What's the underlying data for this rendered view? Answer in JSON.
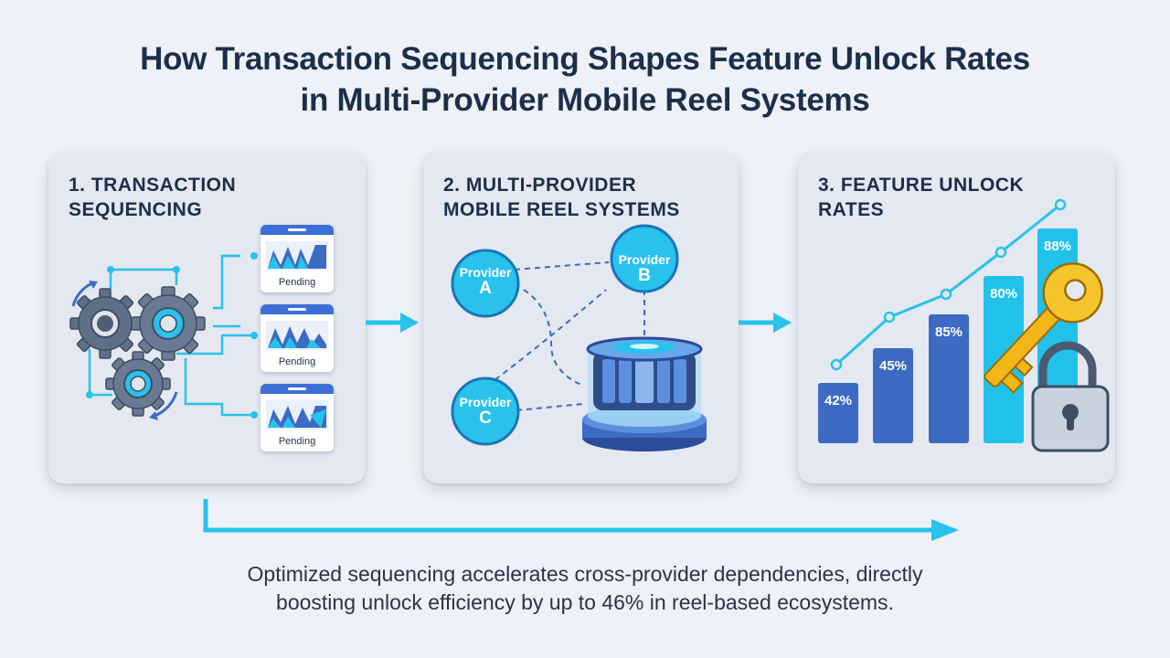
{
  "title": {
    "line1": "How Transaction Sequencing Shapes Feature Unlock Rates",
    "line2": "in Multi-Provider Mobile Reel Systems"
  },
  "panels": [
    {
      "title": "1. TRANSACTION\nSEQUENCING",
      "cards": [
        {
          "status": "Pending"
        },
        {
          "status": "Pending"
        },
        {
          "status": "Pending"
        }
      ]
    },
    {
      "title": "2. MULTI-PROVIDER\nMOBILE REEL SYSTEMS",
      "providers": [
        {
          "name": "Provider",
          "letter": "A"
        },
        {
          "name": "Provider",
          "letter": "B"
        },
        {
          "name": "Provider",
          "letter": "C"
        }
      ]
    },
    {
      "title": "3. FEATURE UNLOCK\nRATES",
      "bars": [
        {
          "label": "42%",
          "value": 42,
          "color": "#3d6bc4"
        },
        {
          "label": "45%",
          "value": 45,
          "color": "#3d6bc4"
        },
        {
          "label": "85%",
          "value": 85,
          "color": "#3d6bc4"
        },
        {
          "label": "80%",
          "value": 80,
          "color": "#22c1ea"
        },
        {
          "label": "88%",
          "value": 88,
          "color": "#22c1ea"
        }
      ]
    }
  ],
  "caption": {
    "line1": "Optimized sequencing accelerates cross-provider dependencies, directly",
    "line2": "boosting unlock efficiency by up to 46% in reel-based ecosystems."
  },
  "colors": {
    "accent": "#29c2ec",
    "navy": "#1c2f4a",
    "blue": "#3d6bc4"
  }
}
